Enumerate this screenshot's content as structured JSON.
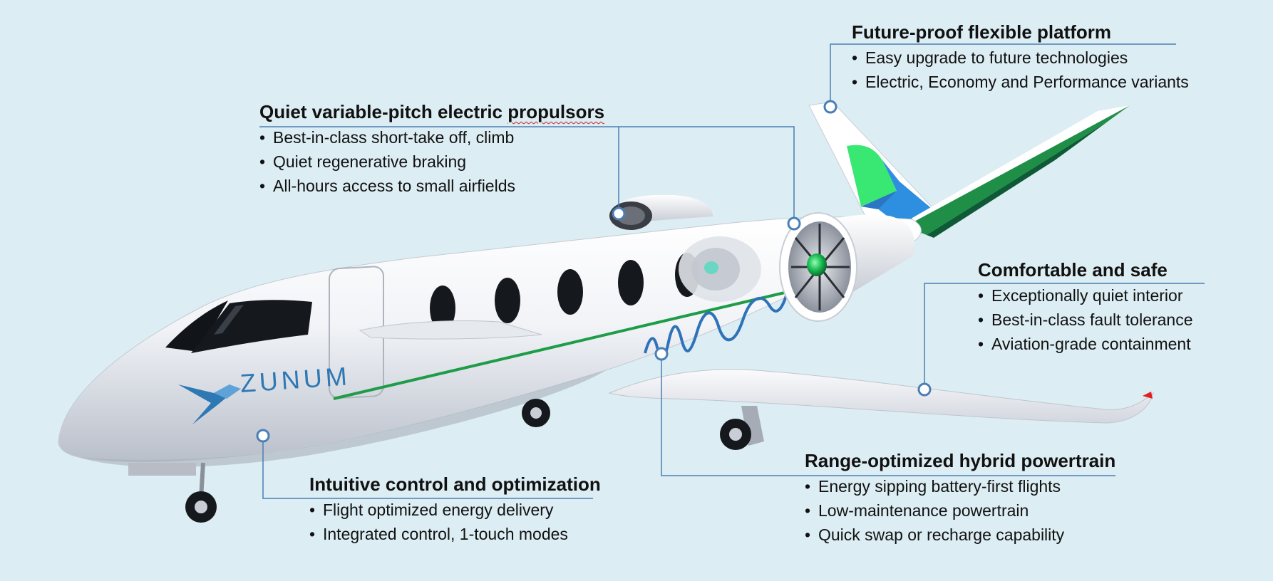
{
  "brand": {
    "name": "ZUNUM",
    "colors": {
      "blue": "#2e78b4",
      "green": "#1e9c48",
      "bright_green": "#36e86c",
      "leader": "#4a7fb5",
      "background": "#dcedf3"
    }
  },
  "callouts": {
    "propulsors": {
      "title_before": "Quiet variable-pitch electric ",
      "title_flagged": "propulsors",
      "bullets": [
        "Best-in-class short-take off, climb",
        "Quiet regenerative braking",
        "All-hours access to small airfields"
      ]
    },
    "platform": {
      "title": "Future-proof flexible platform",
      "bullets": [
        "Easy upgrade to future technologies",
        "Electric, Economy and Performance variants"
      ]
    },
    "comfort": {
      "title": "Comfortable and safe",
      "bullets": [
        "Exceptionally quiet interior",
        "Best-in-class fault tolerance",
        "Aviation-grade containment"
      ]
    },
    "powertrain": {
      "title": "Range-optimized hybrid powertrain",
      "bullets": [
        "Energy sipping battery-first flights",
        "Low-maintenance powertrain",
        "Quick swap or recharge capability"
      ]
    },
    "control": {
      "title": "Intuitive control and optimization",
      "bullets": [
        "Flight optimized energy delivery",
        "Integrated control, 1-touch modes"
      ]
    }
  }
}
